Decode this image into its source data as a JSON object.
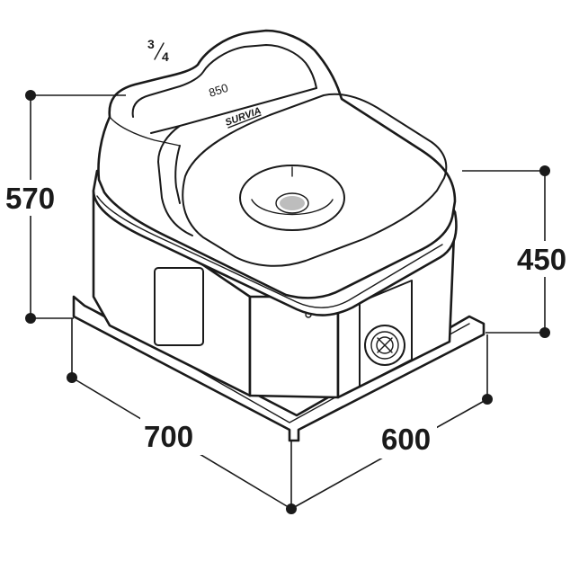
{
  "dimensions": {
    "height_total": "570",
    "height_body": "450",
    "length": "700",
    "width": "600"
  },
  "lid": {
    "capacity": "850",
    "brand": "SURVIA",
    "fraction_num": "3",
    "fraction_den": "4"
  },
  "colors": {
    "line": "#1a1a1a",
    "background": "#ffffff"
  }
}
